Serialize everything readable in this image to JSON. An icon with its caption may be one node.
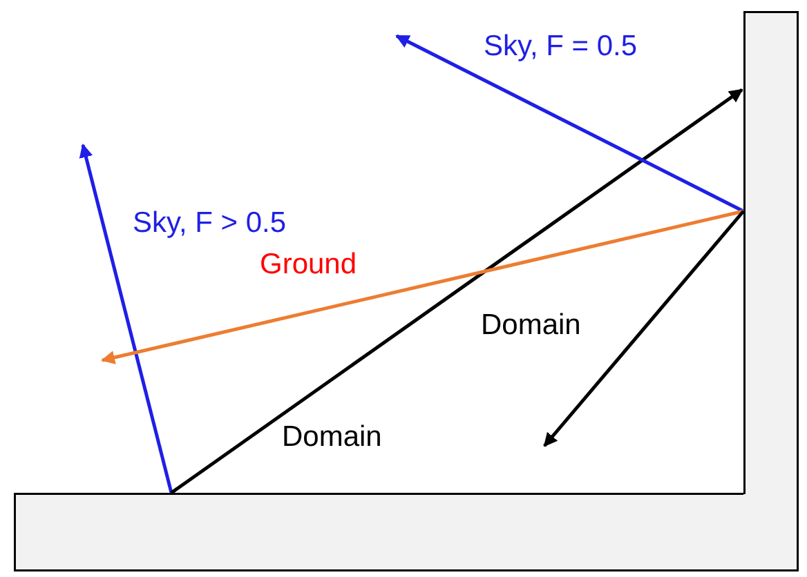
{
  "diagram": {
    "nodes": [
      {
        "text": [],
        "shape": "box"
      },
      {
        "text": [],
        "shape": "box"
      }
    ],
    "edges": [
      {
        "from": 0,
        "to": null,
        "arrow": "to",
        "label": "Sky, F > 0.5",
        "color": "#1f1fe6"
      },
      {
        "from": 0,
        "to": 1,
        "arrow": "to",
        "label": "Domain",
        "color": "#000000"
      },
      {
        "from": 1,
        "to": null,
        "arrow": "to",
        "label": "Sky, F = 0.5",
        "color": "#1f1fe6"
      },
      {
        "from": 1,
        "to": null,
        "arrow": "to",
        "label": "Ground",
        "color": "#ed7d31"
      },
      {
        "from": 1,
        "to": null,
        "arrow": "to",
        "label": "Domain",
        "color": "#000000"
      }
    ]
  }
}
